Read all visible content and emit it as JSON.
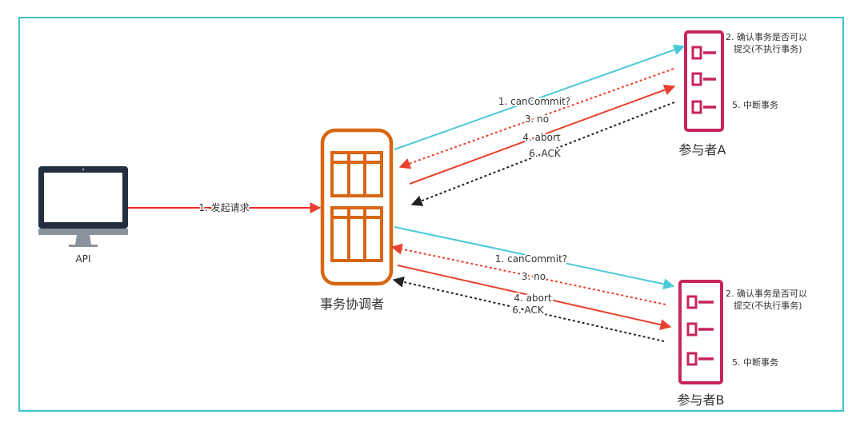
{
  "nodes": {
    "api": "API",
    "coordinator": "事务协调者",
    "participant_a": "参与者A",
    "participant_b": "参与者B"
  },
  "notes": {
    "a_check_line1": "2. 确认事务是否可以",
    "a_check_line2": "提交(不执行事务)",
    "a_abort": "5. 中断事务",
    "b_check_line1": "2. 确认事务是否可以",
    "b_check_line2": "提交(不执行事务)",
    "b_abort": "5. 中断事务"
  },
  "edges": {
    "request": "1. 发起请求",
    "a_can_commit": "1. canCommit?",
    "a_no": "3. no",
    "a_abort": "4. abort",
    "a_ack": "6. ACK",
    "b_can_commit": "1. canCommit?",
    "b_no": "3. no",
    "b_abort": "4. abort",
    "b_ack": "6. ACK"
  },
  "colors": {
    "frame": "#3cc3cd",
    "coordinator": "#d86613",
    "participant": "#c7245c",
    "request_arrow": "#ea2a2a",
    "can_commit_arrow": "#4cc9d8",
    "no_arrow": "#e8412e",
    "abort_arrow": "#e8412e",
    "ack_arrow": "#222222",
    "monitor": "#232f3e"
  }
}
